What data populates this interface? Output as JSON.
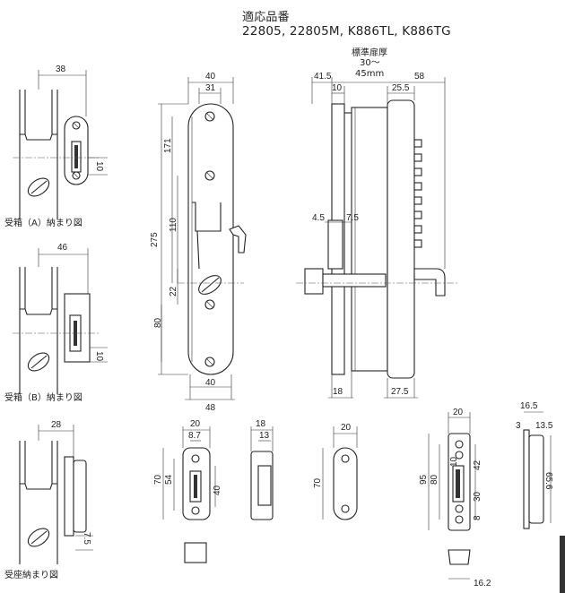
{
  "header": {
    "title": "適応品番",
    "models": "22805, 22805M, K886TL, K886TG"
  },
  "captions": {
    "strike_a": "受箱（A）納まり図",
    "strike_b": "受箱（B）納まり図",
    "strike_plate": "受座納まり図"
  },
  "side_view": {
    "door_label": "標準扉厚",
    "door_range_a": "30〜",
    "door_range_b": "45mm"
  },
  "dimensions": {
    "a_width": "38",
    "a_depth": "10",
    "b_width": "46",
    "b_depth": "10",
    "c_width": "28",
    "c_depth": "7.5",
    "front_top_40": "40",
    "front_top_31": "31",
    "front_275": "275",
    "front_171": "171",
    "front_110": "110",
    "front_22": "22",
    "front_80": "80",
    "front_bot_40": "40",
    "front_bot_48": "48",
    "side_41_5": "41.5",
    "side_10": "10",
    "side_25_5": "25.5",
    "side_58": "58",
    "side_4_5": "4.5",
    "side_7_5": "7.5",
    "side_18": "18",
    "side_27_5": "27.5",
    "bs_20": "20",
    "bs_8_7": "8.7",
    "bs_70": "70",
    "bs_54": "54",
    "bs_40": "40",
    "bsd_18": "18",
    "bsd_13": "13",
    "pl_20": "20",
    "pl_70": "70",
    "sp_20": "20",
    "sp_95": "95",
    "sp_80": "80",
    "sp_10": "10",
    "sp_42": "42",
    "sp_30": "30",
    "sp_8": "8",
    "ss_16_5": "16.5",
    "ss_3": "3",
    "ss_13_5": "13.5",
    "ss_65_6": "65.6",
    "box_16_2": "16.2"
  },
  "colors": {
    "line": "#222222",
    "fill_dark": "#333333"
  }
}
